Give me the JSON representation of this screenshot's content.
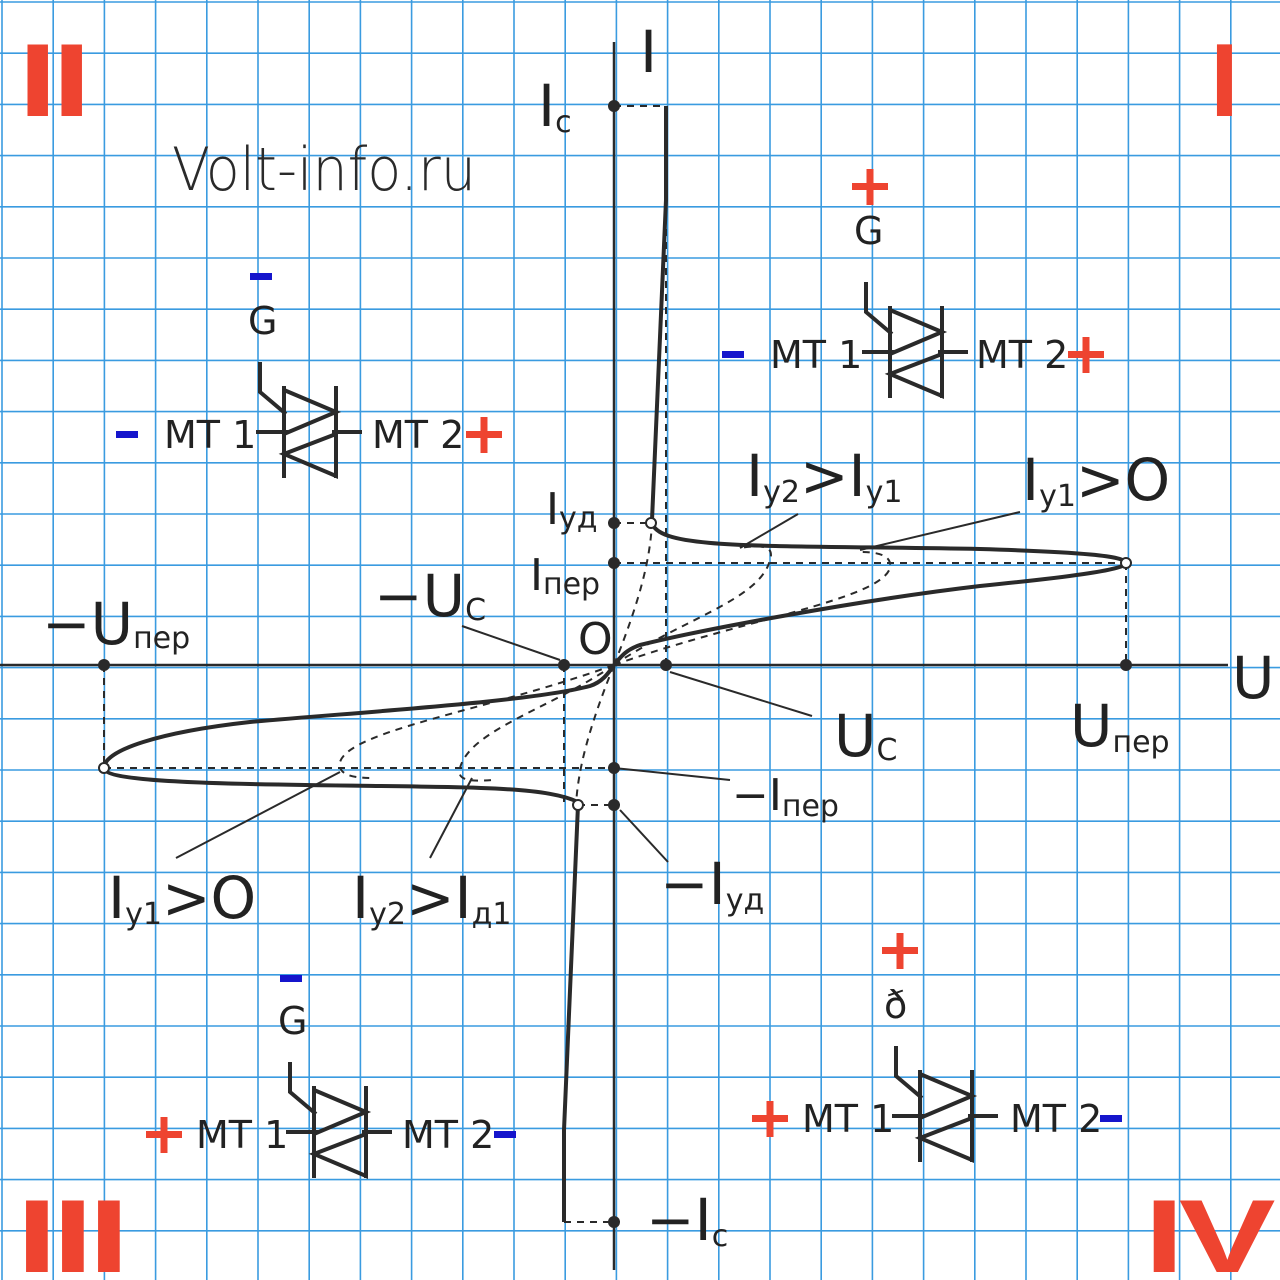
{
  "watermark": "Volt-info.ru",
  "quadrants": {
    "q1": "I",
    "q2": "II",
    "q3": "III",
    "q4": "IV"
  },
  "axes": {
    "current": "I",
    "voltage": "U",
    "origin": "O"
  },
  "labels": {
    "ic": "I",
    "ic_sub": "c",
    "neg_ic": "−I",
    "neg_ic_sub": "c",
    "iud": "I",
    "iud_sub": "уд",
    "iper": "I",
    "iper_sub": "пер",
    "neg_iper": "−I",
    "neg_iper_sub": "пер",
    "neg_iud": "−I",
    "neg_iud_sub": "уд",
    "neg_uc": "−U",
    "neg_uc_sub": "C",
    "uc": "U",
    "uc_sub": "C",
    "neg_uper": "−U",
    "neg_uper_sub": "пер",
    "uper": "U",
    "uper_sub": "пер",
    "q1_iy2": "I",
    "q1_iy2_sub": "у2",
    "q1_gt1": ">I",
    "q1_iy1_sub": "у1",
    "q1_iy1": "I",
    "q1_iy1b_sub": "у1",
    "q1_gt0": ">O",
    "q3_iy1": "I",
    "q3_iy1_sub": "у1",
    "q3_gt0": ">O",
    "q3_iy2": "I",
    "q3_iy2_sub": "у2",
    "q3_gt1": ">I",
    "q3_id1_sub": "д1"
  },
  "triacs": [
    {
      "id": "q1",
      "gate": "G",
      "gate_sign": "+",
      "mt1": "MT 1",
      "mt1_sign": "−",
      "mt2": "MT 2",
      "mt2_sign": "+"
    },
    {
      "id": "q2",
      "gate": "G",
      "gate_sign": "−",
      "mt1": "MT 1",
      "mt1_sign": "−",
      "mt2": "MT 2",
      "mt2_sign": "+"
    },
    {
      "id": "q3",
      "gate": "G",
      "gate_sign": "−",
      "mt1": "MT 1",
      "mt1_sign": "+",
      "mt2": "MT 2",
      "mt2_sign": "−"
    },
    {
      "id": "q4",
      "gate": "ð",
      "gate_sign": "+",
      "mt1": "MT 1",
      "mt1_sign": "+",
      "mt2": "MT 2",
      "mt2_sign": "−"
    }
  ],
  "colors": {
    "grid": "#3a9be0",
    "curve": "#2a2a2a",
    "quadrant": "#ee4430",
    "minus": "#1515cc",
    "plus": "#ee4430"
  }
}
